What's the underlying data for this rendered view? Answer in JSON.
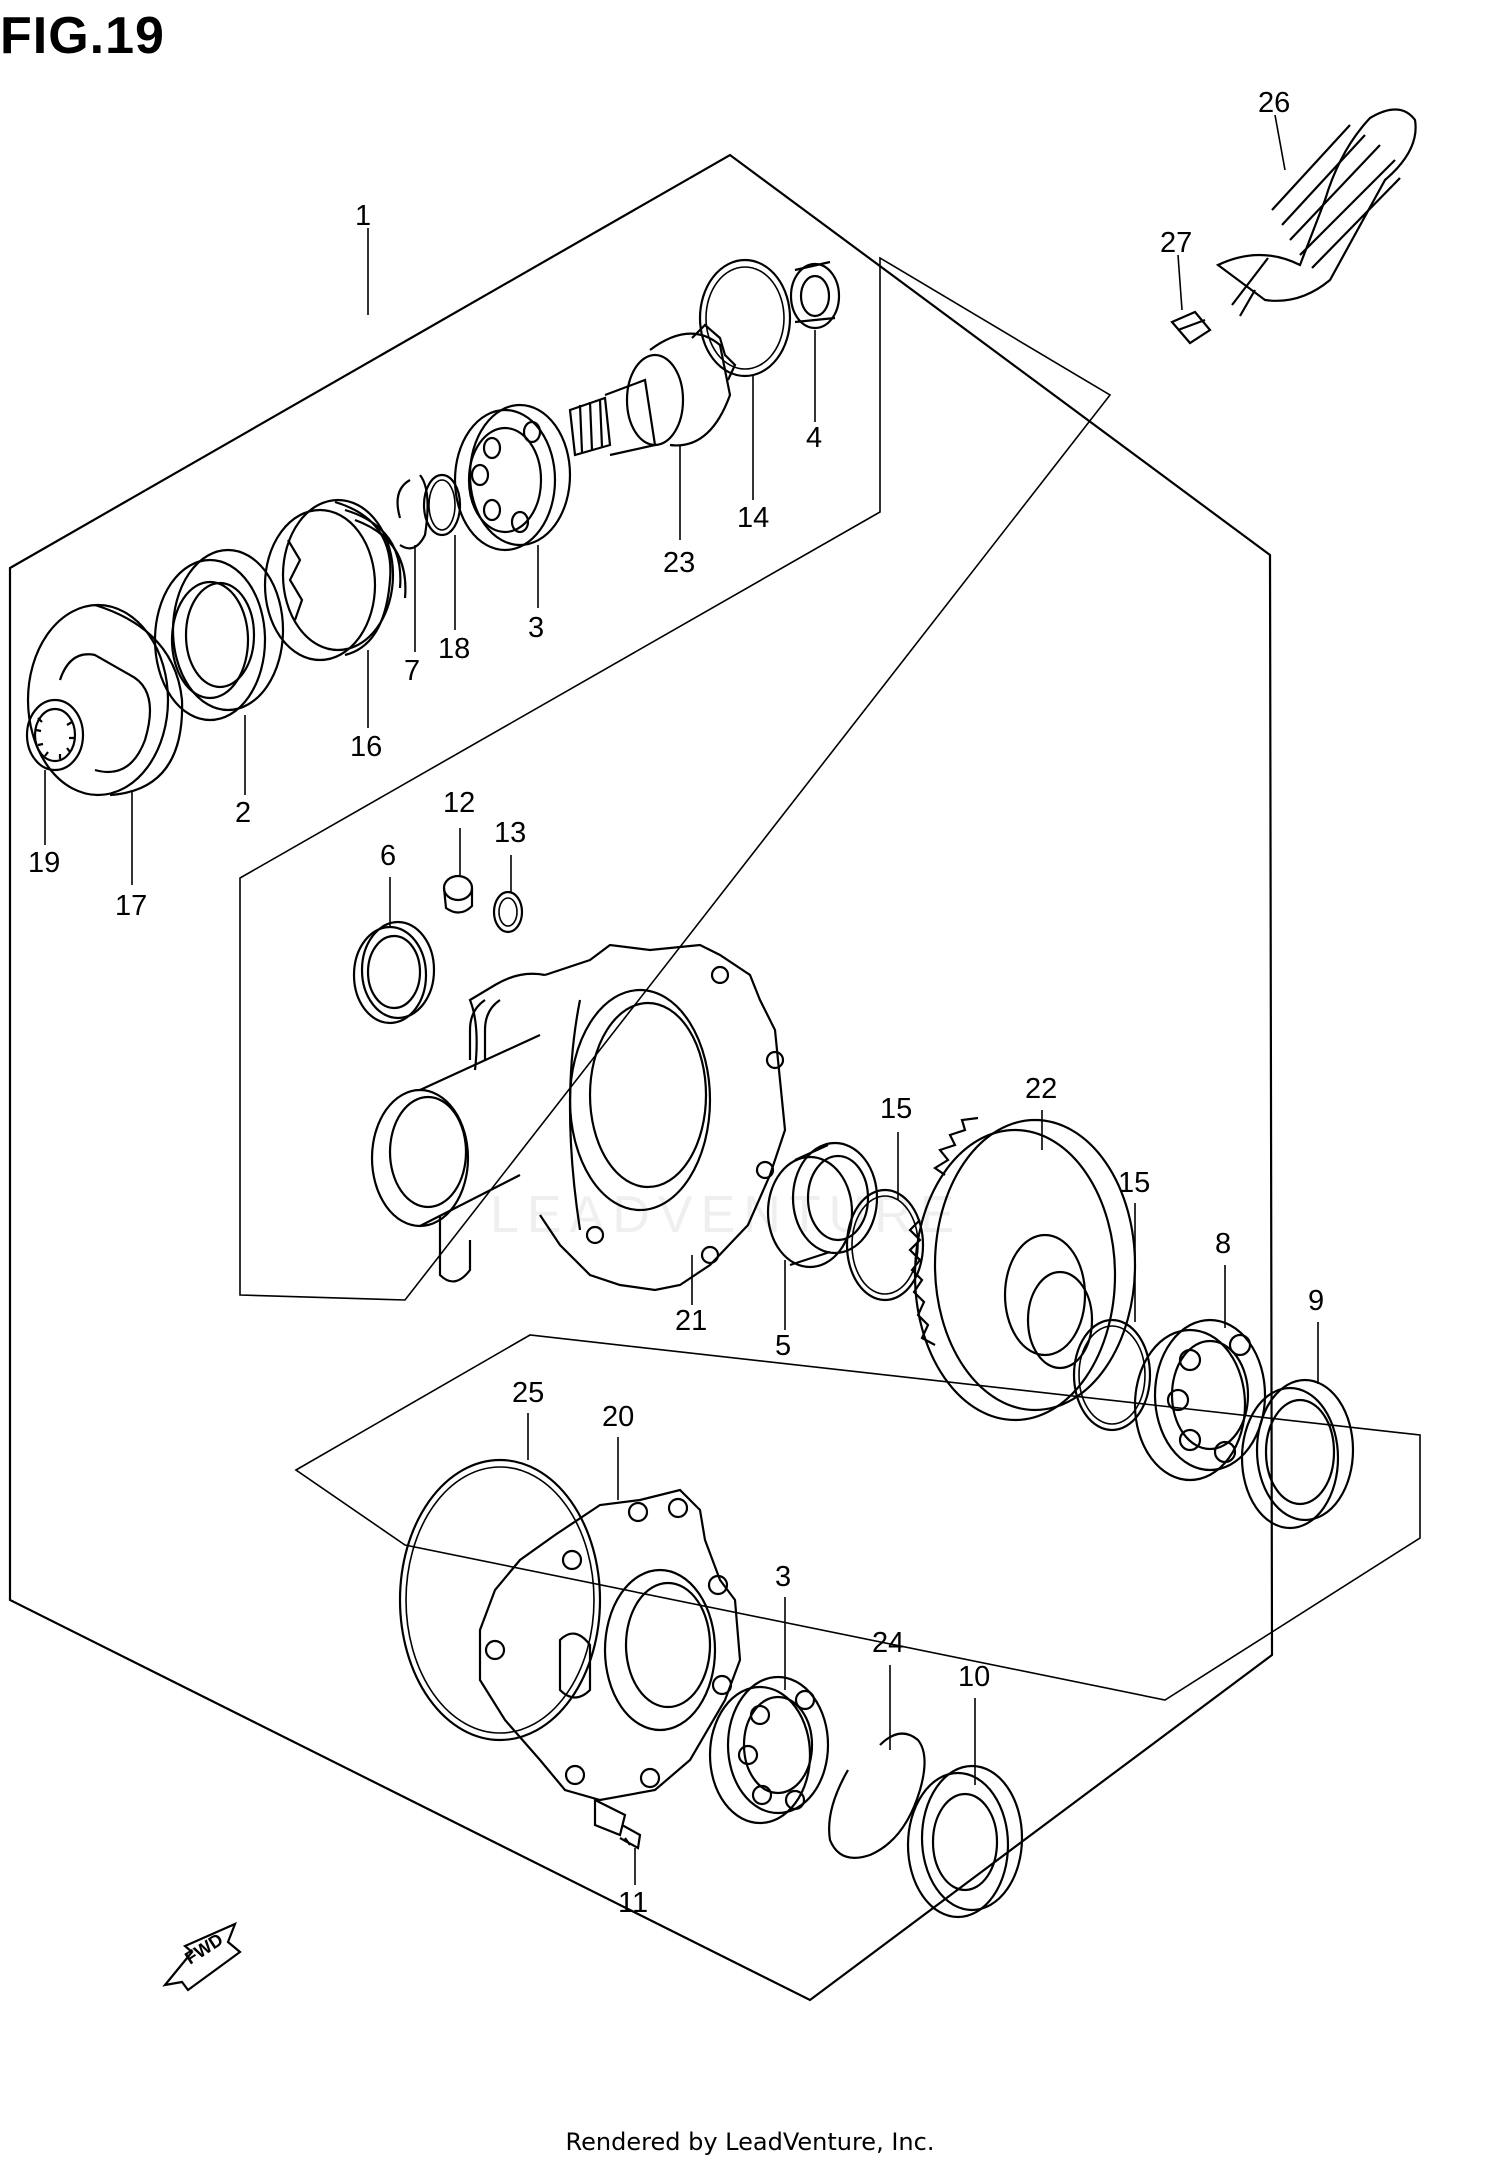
{
  "title": "FIG.19",
  "footer": "Rendered by LeadVenture, Inc.",
  "watermark": "LEADVENTURE",
  "fwd_label": "FWD",
  "callouts": [
    {
      "id": "1",
      "label": "1"
    },
    {
      "id": "26",
      "label": "26"
    },
    {
      "id": "27",
      "label": "27"
    },
    {
      "id": "4",
      "label": "4"
    },
    {
      "id": "14",
      "label": "14"
    },
    {
      "id": "23",
      "label": "23"
    },
    {
      "id": "3a",
      "label": "3"
    },
    {
      "id": "18",
      "label": "18"
    },
    {
      "id": "7",
      "label": "7"
    },
    {
      "id": "16",
      "label": "16"
    },
    {
      "id": "2",
      "label": "2"
    },
    {
      "id": "19",
      "label": "19"
    },
    {
      "id": "17",
      "label": "17"
    },
    {
      "id": "12",
      "label": "12"
    },
    {
      "id": "13",
      "label": "13"
    },
    {
      "id": "6",
      "label": "6"
    },
    {
      "id": "15a",
      "label": "15"
    },
    {
      "id": "22",
      "label": "22"
    },
    {
      "id": "15b",
      "label": "15"
    },
    {
      "id": "8",
      "label": "8"
    },
    {
      "id": "9",
      "label": "9"
    },
    {
      "id": "21",
      "label": "21"
    },
    {
      "id": "5",
      "label": "5"
    },
    {
      "id": "25",
      "label": "25"
    },
    {
      "id": "20",
      "label": "20"
    },
    {
      "id": "3b",
      "label": "3"
    },
    {
      "id": "24",
      "label": "24"
    },
    {
      "id": "10",
      "label": "10"
    },
    {
      "id": "11",
      "label": "11"
    }
  ]
}
